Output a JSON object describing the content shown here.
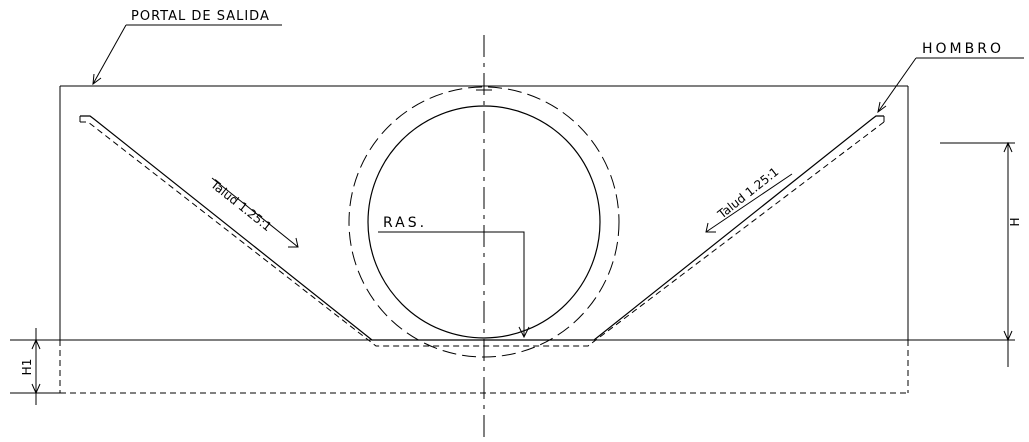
{
  "labels": {
    "portal": "PORTAL DE SALIDA",
    "hombro": "HOMBRO",
    "talud_left": "Talud 1.25:1",
    "talud_right": "Talud 1.25:1",
    "ras": "RAS.",
    "h": "H",
    "h1": "H1"
  }
}
